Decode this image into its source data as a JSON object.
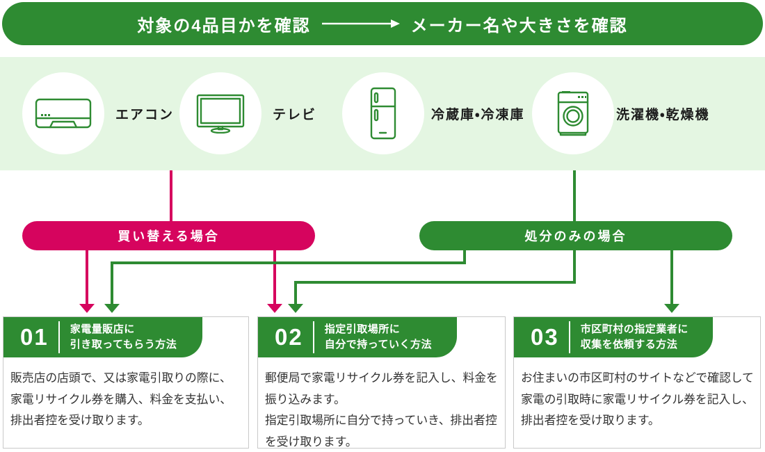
{
  "colors": {
    "green": "#2e8b32",
    "pink": "#d6045e",
    "light_green": "#e4f6e2"
  },
  "banner": {
    "step1": "対象の4品目かを確認",
    "step2": "メーカー名や大きさを確認"
  },
  "appliances": [
    {
      "label": "エアコン",
      "icon": "air-conditioner-icon"
    },
    {
      "label": "テレビ",
      "icon": "tv-icon"
    },
    {
      "label": "冷蔵庫・冷凍庫",
      "icon": "refrigerator-icon"
    },
    {
      "label": "洗濯機・乾燥機",
      "icon": "washing-machine-icon"
    }
  ],
  "branches": [
    {
      "label": "買い替える場合"
    },
    {
      "label": "処分のみの場合"
    }
  ],
  "methods": [
    {
      "number": "01",
      "title": [
        "家電量販店に",
        "引き取ってもらう方法"
      ],
      "body": [
        "販売店の店頭で、又は家電引取りの際に、家電リサイクル券を購入、料金を支払い、排出者控を受け取ります。"
      ]
    },
    {
      "number": "02",
      "title": [
        "指定引取場所に",
        "自分で持っていく方法"
      ],
      "body": [
        "郵便局で家電リサイクル券を記入し、料金を振り込みます。",
        "指定引取場所に自分で持っていき、排出者控を受け取ります。"
      ]
    },
    {
      "number": "03",
      "title": [
        "市区町村の指定業者に",
        "収集を依頼する方法"
      ],
      "body": [
        "お住まいの市区町村のサイトなどで確認して家電の引取時に家電リサイクル券を記入し、排出者控を受け取ります。"
      ]
    }
  ]
}
